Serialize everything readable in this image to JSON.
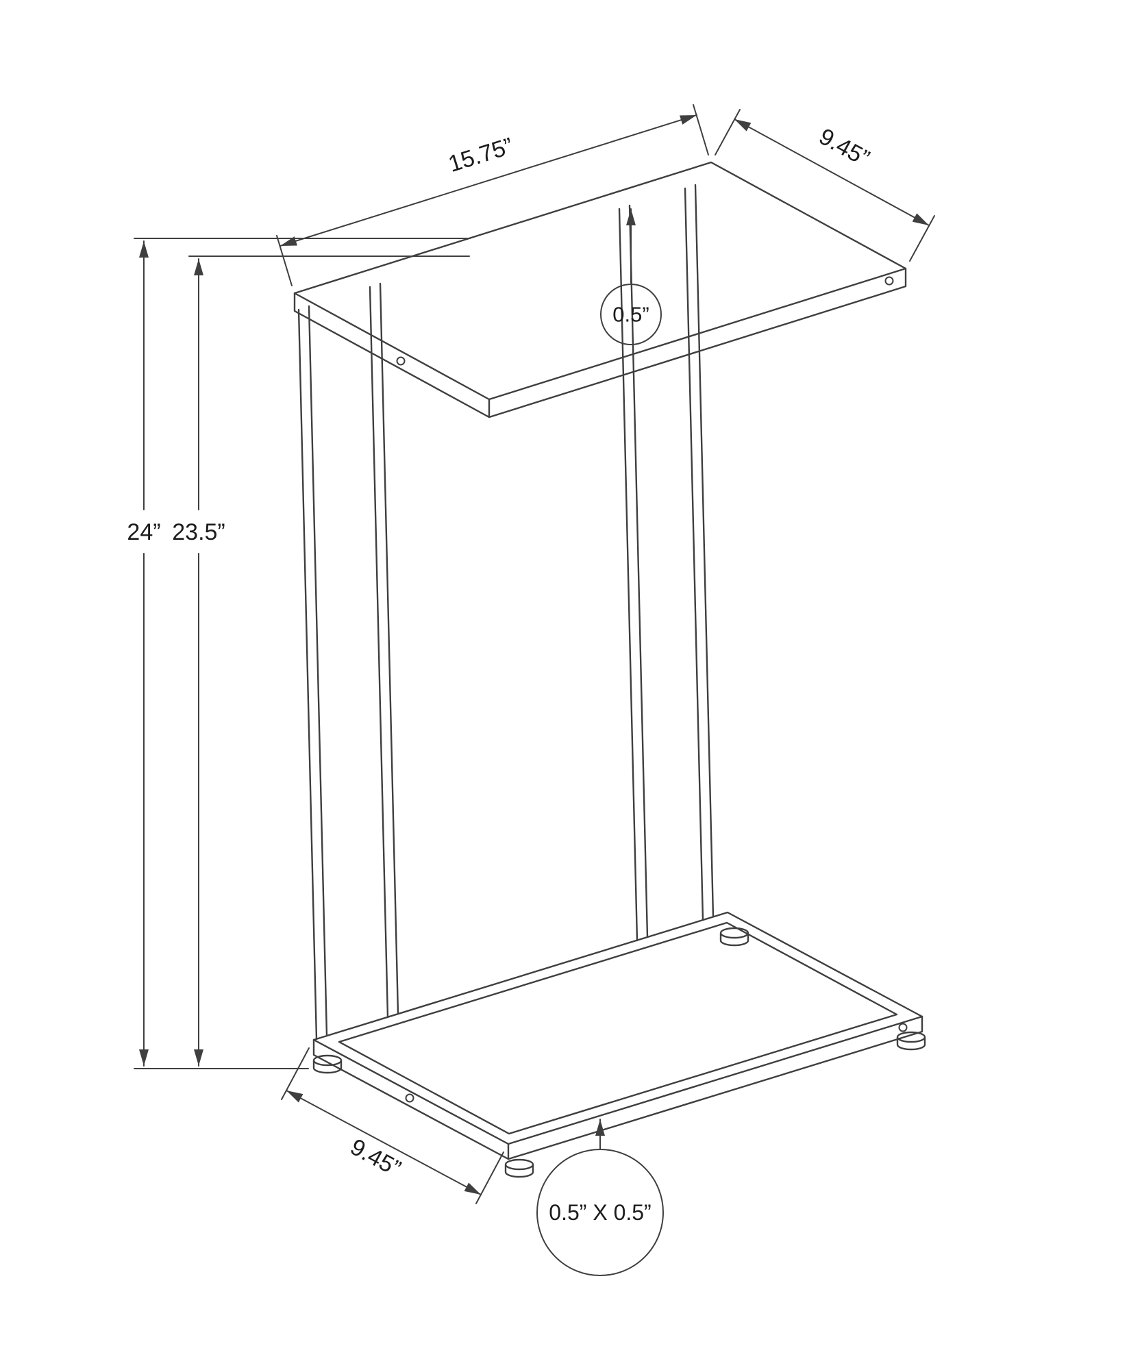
{
  "diagram": {
    "labels": {
      "top_length": "15.75”",
      "top_depth": "9.45”",
      "top_thickness": "0.5”",
      "overall_height": "24”",
      "frame_height": "23.5”",
      "base_depth": "9.45”",
      "tube_size": "0.5” X 0.5”"
    },
    "style": {
      "line_color": "#3f3f3f",
      "text_color": "#1c1c1c",
      "background": "#ffffff"
    }
  }
}
